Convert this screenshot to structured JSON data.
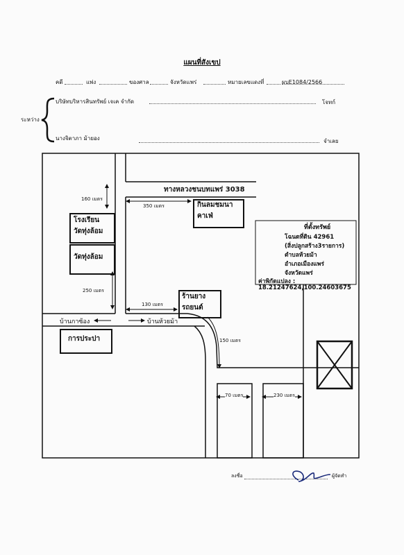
{
  "title": "แผนที่สังเขป",
  "header": {
    "case_label": "คดี",
    "case_type": "แพ่ง",
    "court_label": "ของศาล",
    "court_name": "จังหวัดแพร่",
    "red_no_label": "หมายเลขแดงที่",
    "red_no": "ผบE1084/2566"
  },
  "parties": {
    "between_label": "ระหว่าง",
    "plaintiff": "บริษัทบริหารสินทรัพย์ เจเค จำกัด",
    "plaintiff_role": "โจทก์",
    "defendant": "นางจิตาภา ม้ายอง",
    "defendant_role": "จำเลย"
  },
  "map": {
    "road_name": "ทางหลวงชนบทแพร่ 3038",
    "cafe": [
      "กินลมชมนา",
      "คาเฟ่"
    ],
    "school": [
      "โรงเรียน",
      "วัดทุ่งล้อม"
    ],
    "temple": "วัดทุ่งล้อม",
    "tire_shop": [
      "ร้านยาง",
      "รถยนต์"
    ],
    "waterworks": "การประปา",
    "village_left": "บ้านกาซ้อง",
    "village_right": "บ้านห้วยม้า",
    "distances": {
      "d160": "160 เมตร",
      "d350": "350 เมตร",
      "d250": "250 เมตร",
      "d130": "130 เมตร",
      "d150": "150 เมตร",
      "d70": "70 เมตร",
      "d230": "230 เมตร"
    },
    "property": {
      "title": "ที่ตั้งทรัพย์",
      "lines": [
        "โฉนดที่ดิน 42961",
        "(สิ่งปลูกสร้าง3รายการ)",
        "ตำบลห้วยม้า",
        "อำเภอเมืองแพร่",
        "จังหวัดแพร่"
      ],
      "coord_label": "ค่าพิกัดแปลง :",
      "coords": "18.21247624,100.24603675"
    }
  },
  "signature": {
    "sign_label": "ลงชื่อ",
    "role": "ผู้จัดทำ"
  }
}
